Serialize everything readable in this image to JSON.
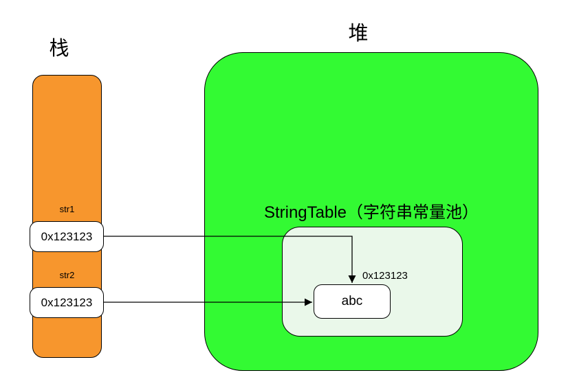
{
  "stack": {
    "label": "栈",
    "frames": [
      {
        "name": "str1",
        "value": "0x123123"
      },
      {
        "name": "str2",
        "value": "0x123123"
      }
    ]
  },
  "heap": {
    "label": "堆",
    "string_table": {
      "label": "StringTable（字符串常量池）",
      "entries": [
        {
          "value": "abc",
          "address": "0x123123"
        }
      ]
    }
  },
  "colors": {
    "stack_fill": "#f7962d",
    "heap_fill": "#33fa33",
    "pool_fill": "#eaf8ea",
    "box_fill": "#ffffff",
    "stroke": "#000000"
  }
}
